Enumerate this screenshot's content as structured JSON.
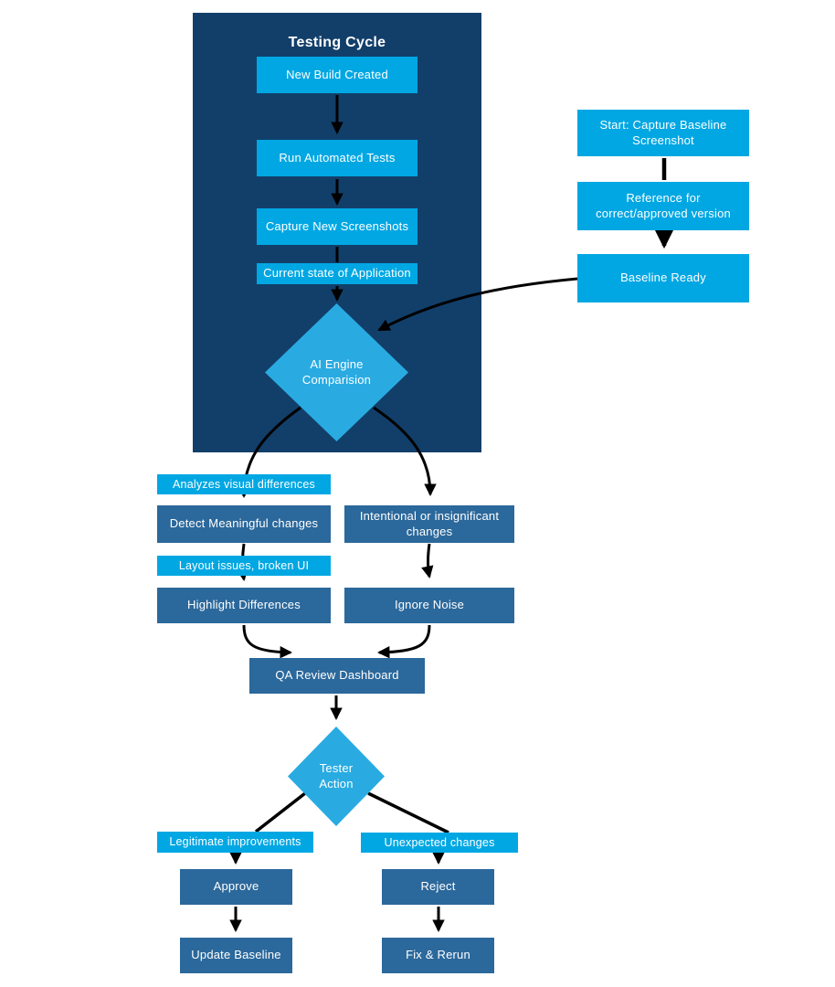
{
  "panel": {
    "title": "Testing Cycle"
  },
  "cycle": {
    "new_build": "New Build Created",
    "run_tests": "Run Automated Tests",
    "capture_new": "Capture New Screenshots",
    "current_state": "Current state of Application",
    "ai_engine": "AI Engine Comparision"
  },
  "baseline": {
    "start": "Start: Capture Baseline Screenshot",
    "reference": "Reference for correct/approved version",
    "ready": "Baseline Ready"
  },
  "analysis": {
    "analyzes": "Analyzes visual differences",
    "detect": "Detect Meaningful changes",
    "layout_issues": "Layout issues, broken UI",
    "highlight": "Highlight Differences",
    "intentional": "Intentional or insignificant changes",
    "ignore": "Ignore Noise"
  },
  "review": {
    "qa_dashboard": "QA Review Dashboard",
    "tester_action": "Tester Action"
  },
  "outcomes": {
    "legitimate": "Legitimate improvements",
    "approve": "Approve",
    "update_baseline": "Update Baseline",
    "unexpected": "Unexpected changes",
    "reject": "Reject",
    "fix_rerun": "Fix & Rerun"
  },
  "colors": {
    "panel_navy": "#123F6A",
    "cyan": "#00A7E3",
    "diamond_cyan": "#29ABE2",
    "steel_blue": "#2B689B",
    "arrow_black": "#000000",
    "text_white": "#FFFFFF"
  }
}
